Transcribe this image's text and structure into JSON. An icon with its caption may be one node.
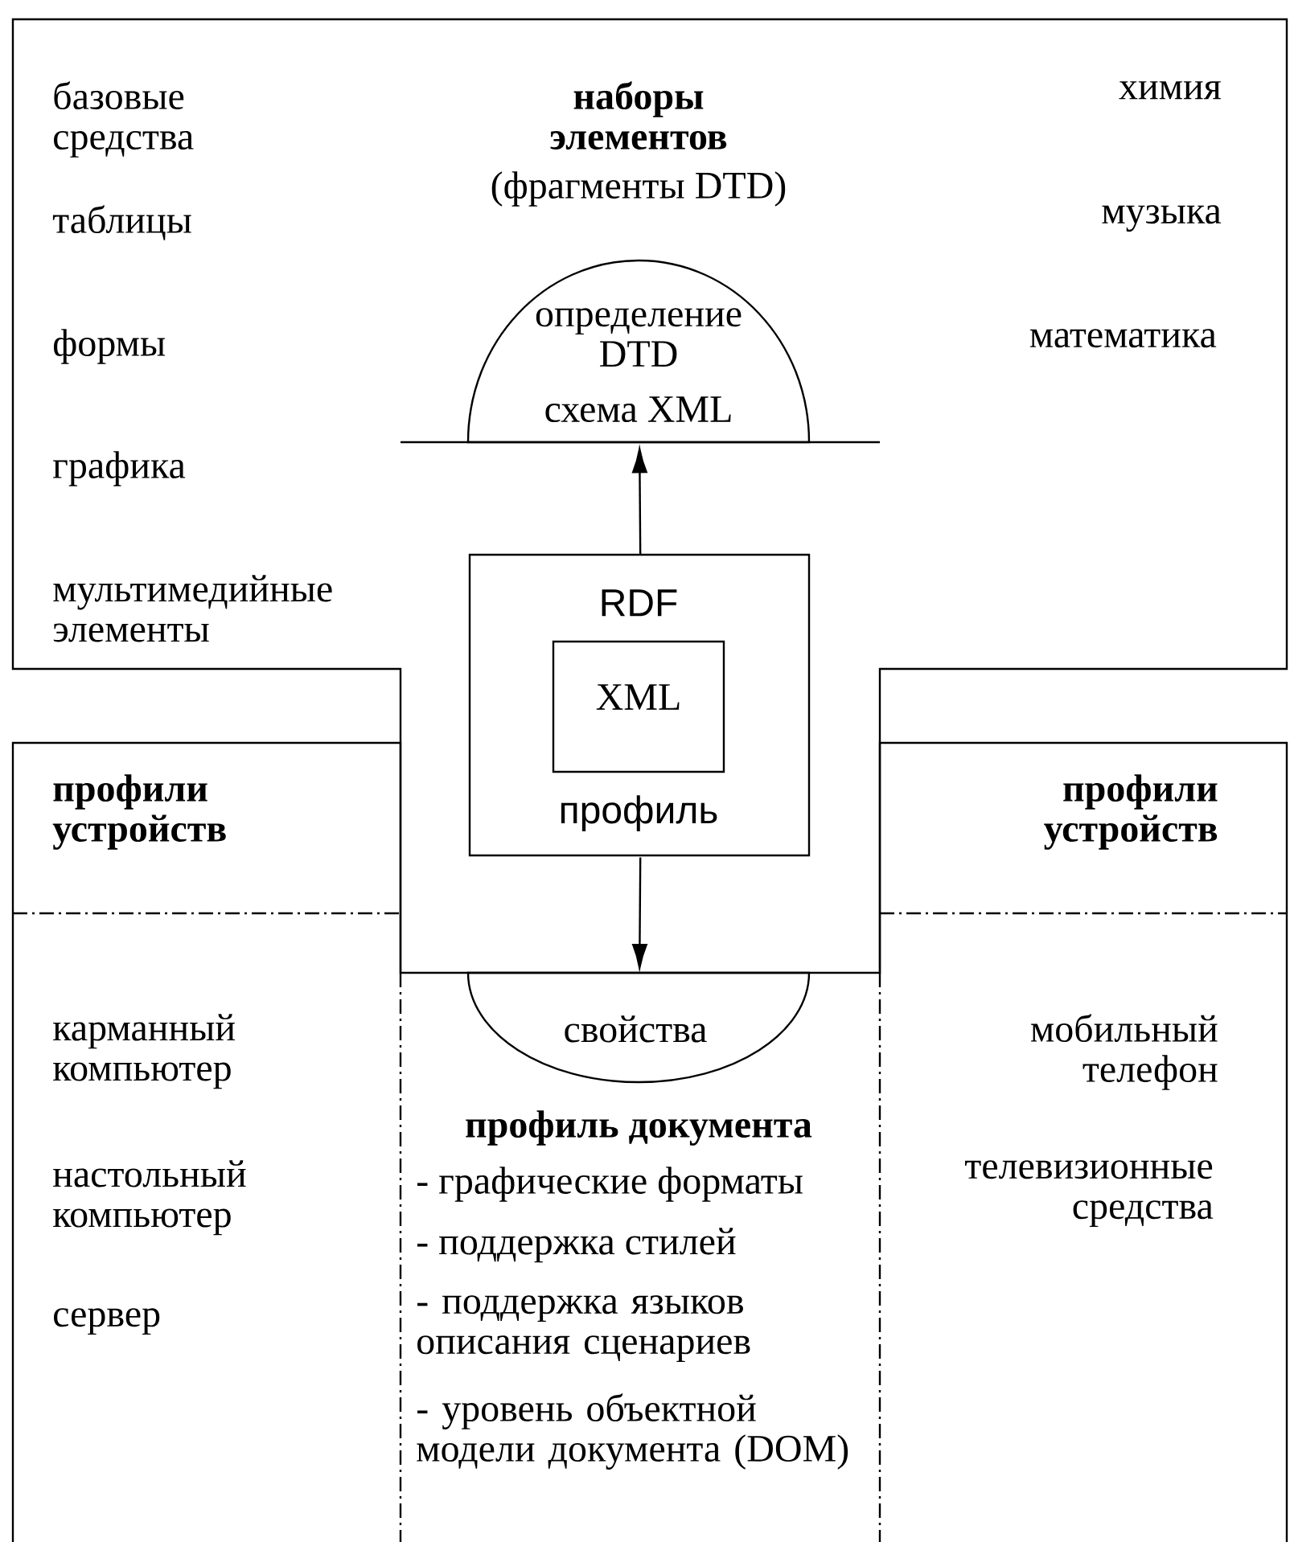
{
  "diagram": {
    "nodes": [
      {
        "text": [
          "наборы элементов",
          "(фрагменты DTD)",
          "базовые средства",
          "таблицы",
          "формы",
          "графика",
          "мультимедийные элементы",
          "химия",
          "музыка",
          "математика"
        ]
      },
      {
        "text": [
          "определение DTD",
          "схема XML"
        ],
        "in": 0
      },
      {
        "text": [
          "RDF",
          "профиль"
        ],
        "in": 0
      },
      {
        "text": [
          "XML"
        ],
        "in": 2
      },
      {
        "text": [
          "профили устройств",
          "карманный компьютер",
          "настольный компьютер",
          "сервер"
        ]
      },
      {
        "text": [
          "профили устройств",
          "мобильный телефон",
          "телевизионные средства"
        ]
      },
      {
        "text": [
          "профиль документа",
          "- графические форматы",
          "- поддержка стилей",
          "- поддержка языков описания сценариев",
          "- уровень объектной модели документа (DOM)"
        ]
      },
      {
        "text": [
          "свойства"
        ],
        "in": 6
      }
    ],
    "edges": [
      {
        "from": 2,
        "to": 1,
        "arrow": "to"
      },
      {
        "from": 2,
        "to": 7,
        "arrow": "to"
      }
    ]
  }
}
